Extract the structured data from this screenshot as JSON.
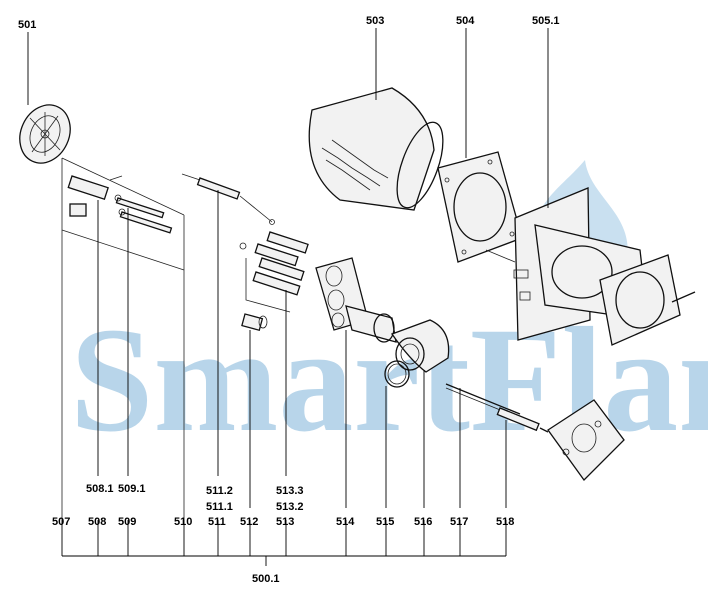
{
  "watermark": {
    "text": "SmartFlam",
    "color": "#7fb4d9"
  },
  "labels": {
    "l501": "501",
    "l503": "503",
    "l504": "504",
    "l5051": "505.1",
    "l507": "507",
    "l5081": "508.1",
    "l508": "508",
    "l5091": "509.1",
    "l509": "509",
    "l510": "510",
    "l5112": "511.2",
    "l5111": "511.1",
    "l511": "511",
    "l512": "512",
    "l5133": "513.3",
    "l5132": "513.2",
    "l513": "513",
    "l514": "514",
    "l515": "515",
    "l516": "516",
    "l517": "517",
    "l518": "518",
    "l5001": "500.1"
  }
}
